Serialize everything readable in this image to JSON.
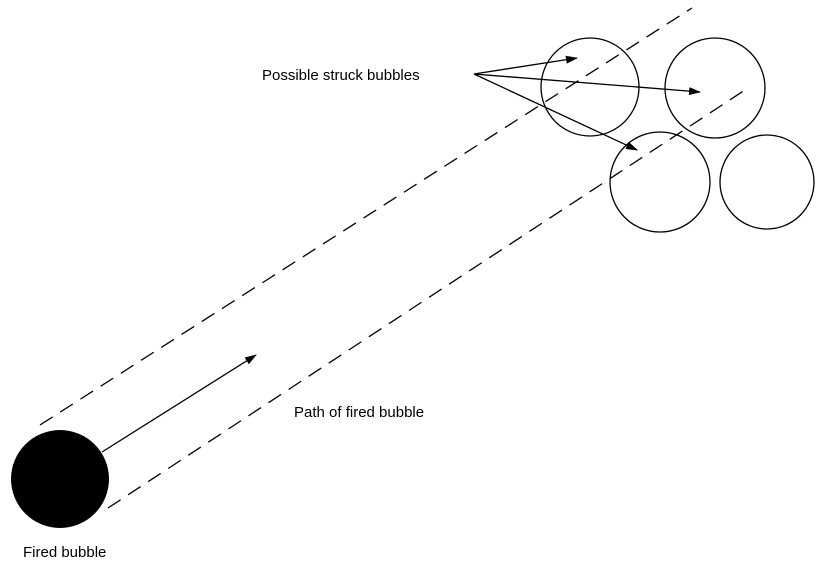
{
  "labels": {
    "struck_bubbles": "Possible struck bubbles",
    "path": "Path of fired bubble",
    "fired_bubble": "Fired bubble"
  },
  "colors": {
    "ink": "#000000",
    "background": "#ffffff"
  }
}
